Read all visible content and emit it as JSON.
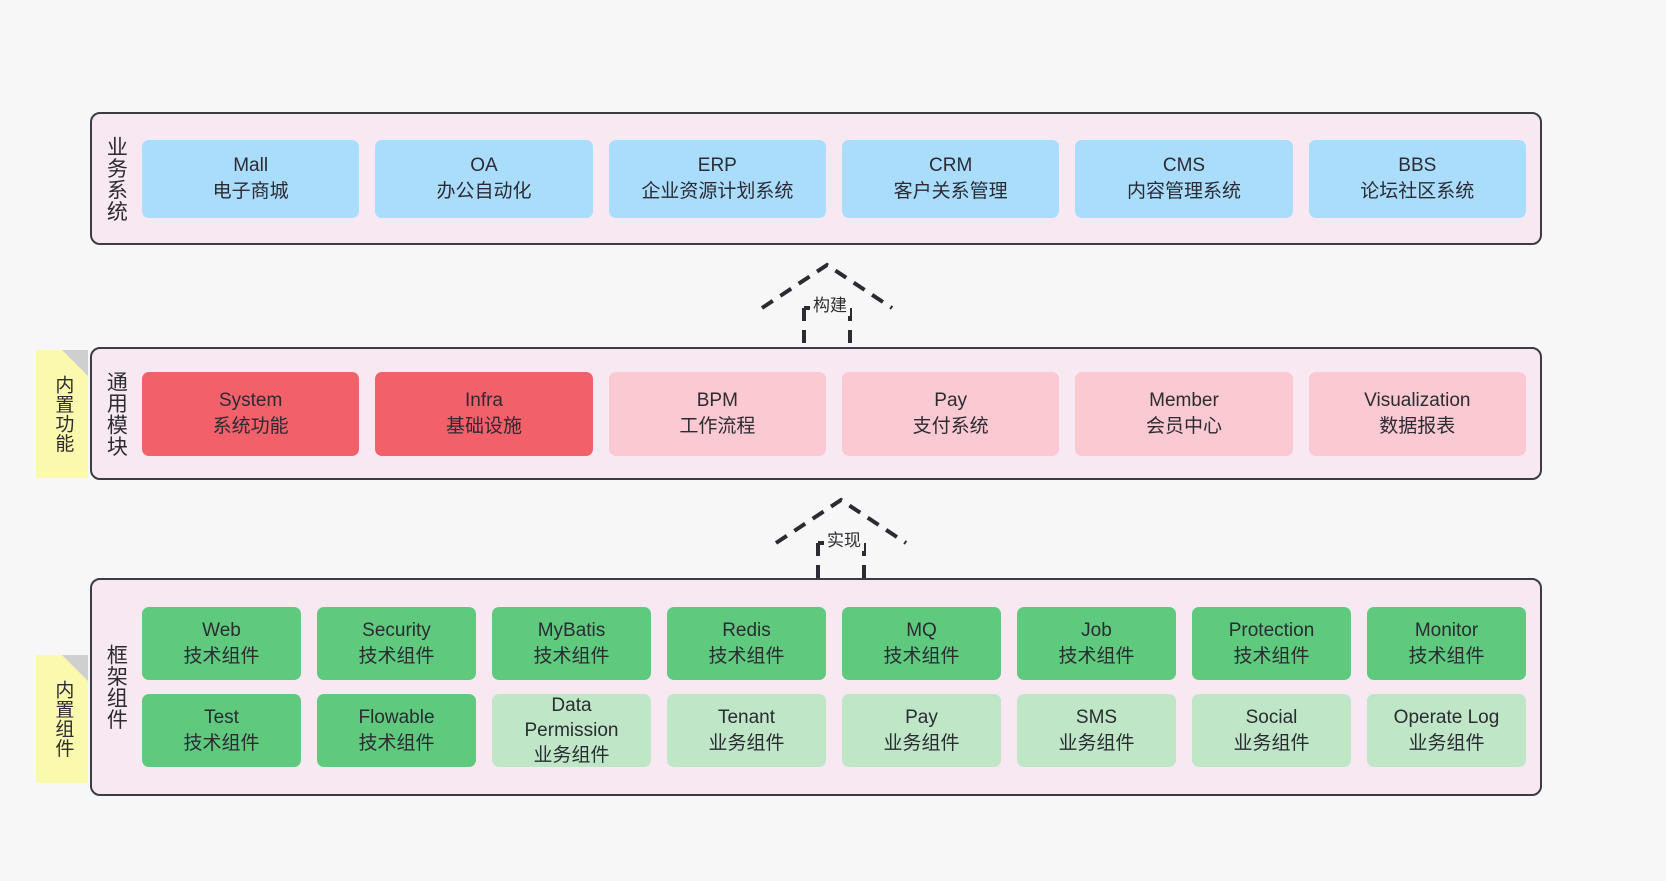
{
  "diagram": {
    "background_color": "#f7f7f7",
    "layer_fill": "#f8e8f2",
    "layer_border": "#3c3c46",
    "sticky_color": "#fbf9ae"
  },
  "layers": [
    {
      "id": "business-system",
      "title": "业务系统",
      "card_color": "#aadcfb",
      "cards": [
        {
          "name": "Mall",
          "desc": "电子商城"
        },
        {
          "name": "OA",
          "desc": "办公自动化"
        },
        {
          "name": "ERP",
          "desc": "企业资源计划系统"
        },
        {
          "name": "CRM",
          "desc": "客户关系管理"
        },
        {
          "name": "CMS",
          "desc": "内容管理系统"
        },
        {
          "name": "BBS",
          "desc": "论坛社区系统"
        }
      ]
    },
    {
      "id": "common-module",
      "title": "通用模块",
      "sticky": "内置功能",
      "card_colors": {
        "core": "#f2606a",
        "extra": "#fbc9d2"
      },
      "cards": [
        {
          "name": "System",
          "desc": "系统功能",
          "tone": "core"
        },
        {
          "name": "Infra",
          "desc": "基础设施",
          "tone": "core"
        },
        {
          "name": "BPM",
          "desc": "工作流程",
          "tone": "extra"
        },
        {
          "name": "Pay",
          "desc": "支付系统",
          "tone": "extra"
        },
        {
          "name": "Member",
          "desc": "会员中心",
          "tone": "extra"
        },
        {
          "name": "Visualization",
          "desc": "数据报表",
          "tone": "extra"
        }
      ]
    },
    {
      "id": "framework-component",
      "title": "框架组件",
      "sticky": "内置组件",
      "card_colors": {
        "tech": "#5fc97e",
        "biz": "#bfe7c7"
      },
      "rows": [
        [
          {
            "name": "Web",
            "desc": "技术组件",
            "tone": "tech"
          },
          {
            "name": "Security",
            "desc": "技术组件",
            "tone": "tech"
          },
          {
            "name": "MyBatis",
            "desc": "技术组件",
            "tone": "tech"
          },
          {
            "name": "Redis",
            "desc": "技术组件",
            "tone": "tech"
          },
          {
            "name": "MQ",
            "desc": "技术组件",
            "tone": "tech"
          },
          {
            "name": "Job",
            "desc": "技术组件",
            "tone": "tech"
          },
          {
            "name": "Protection",
            "desc": "技术组件",
            "tone": "tech"
          },
          {
            "name": "Monitor",
            "desc": "技术组件",
            "tone": "tech"
          }
        ],
        [
          {
            "name": "Test",
            "desc": "技术组件",
            "tone": "tech"
          },
          {
            "name": "Flowable",
            "desc": "技术组件",
            "tone": "tech"
          },
          {
            "name": "Data Permission",
            "desc": "业务组件",
            "tone": "biz"
          },
          {
            "name": "Tenant",
            "desc": "业务组件",
            "tone": "biz"
          },
          {
            "name": "Pay",
            "desc": "业务组件",
            "tone": "biz"
          },
          {
            "name": "SMS",
            "desc": "业务组件",
            "tone": "biz"
          },
          {
            "name": "Social",
            "desc": "业务组件",
            "tone": "biz"
          },
          {
            "name": "Operate Log",
            "desc": "业务组件",
            "tone": "biz"
          }
        ]
      ]
    }
  ],
  "connectors": [
    {
      "id": "build",
      "label": "构建",
      "style": "dashed-hollow-arrow-up"
    },
    {
      "id": "implement",
      "label": "实现",
      "style": "dashed-hollow-arrow-up"
    }
  ]
}
